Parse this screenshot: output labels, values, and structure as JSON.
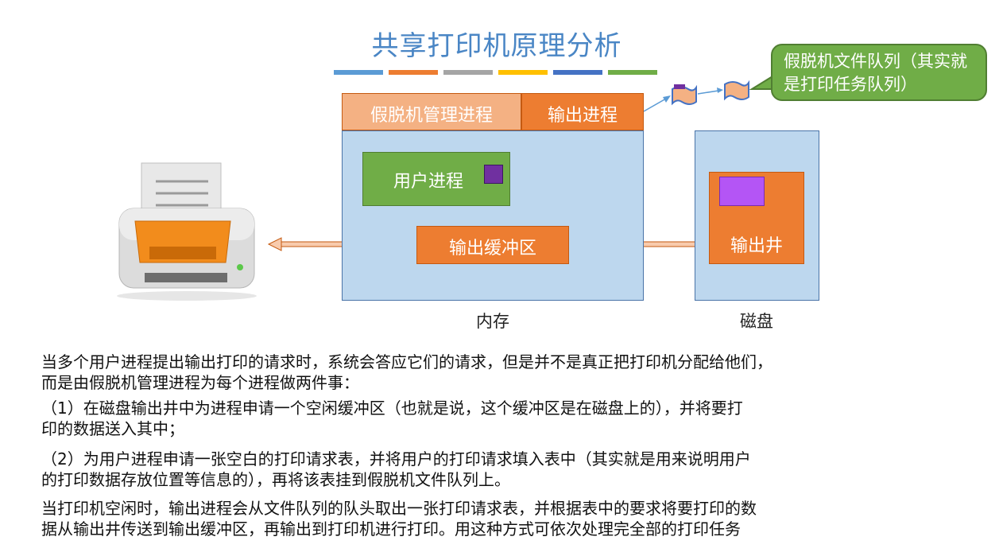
{
  "title": "共享打印机原理分析",
  "colors": {
    "title": "#4a86c5",
    "stripes": [
      "#5b9bd5",
      "#ed7d31",
      "#a5a5a5",
      "#ffc000",
      "#4472c4",
      "#70ad47"
    ],
    "memory_fill": "#bdd7ee",
    "orange": "#ed7d31",
    "light_orange": "#f4b183",
    "green": "#70ad47",
    "purple": "#7030a0"
  },
  "diagram": {
    "spooling_manager": "假脱机管理进程",
    "output_process": "输出进程",
    "user_process": "用户进程",
    "output_buffer": "输出缓冲区",
    "output_well": "输出井",
    "memory_caption": "内存",
    "disk_caption": "磁盘",
    "callout": "假脱机文件队列（其实就是打印任务队列）",
    "icons": [
      "printer-icon",
      "file-icon",
      "file-icon"
    ]
  },
  "text": {
    "p1_line1": "当多个用户进程提出输出打印的请求时，系统会答应它们的请求，但是并不是真正把打印机分配给他们，",
    "p1_line2": "而是由假脱机管理进程为每个进程做两件事：",
    "p2_line1": "（1）在磁盘输出井中为进程申请一个空闲缓冲区（也就是说，这个缓冲区是在磁盘上的），并将要打",
    "p2_line2": "印的数据送入其中；",
    "p3_line1": "（2）为用户进程申请一张空白的打印请求表，并将用户的打印请求填入表中（其实就是用来说明用户",
    "p3_line2": "的打印数据存放位置等信息的），再将该表挂到假脱机文件队列上。",
    "p4_line1": "当打印机空闲时，输出进程会从文件队列的队头取出一张打印请求表，并根据表中的要求将要打印的数",
    "p4_line2": "据从输出井传送到输出缓冲区，再输出到打印机进行打印。用这种方式可依次处理完全部的打印任务"
  }
}
